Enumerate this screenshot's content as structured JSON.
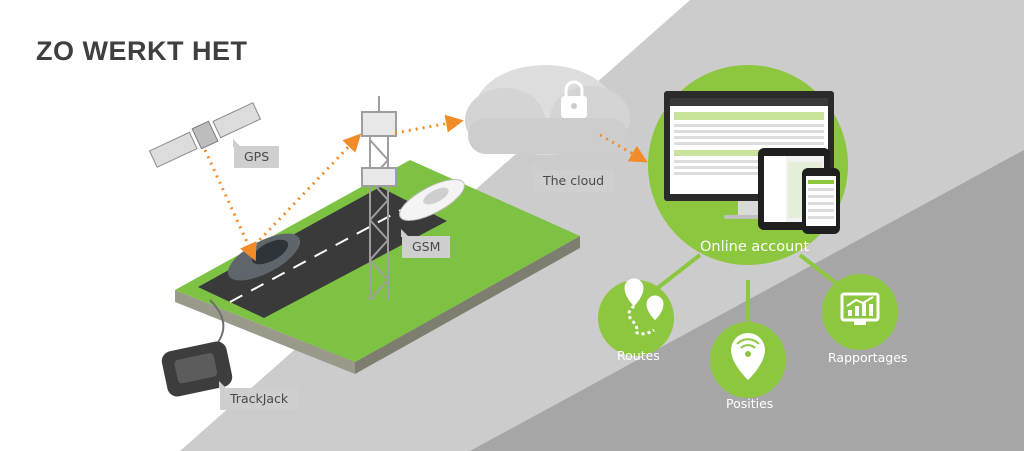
{
  "heading": "ZO WERKT HET",
  "labels": {
    "gps": "GPS",
    "gsm": "GSM",
    "cloud": "The cloud",
    "device": "TrackJack",
    "account": "Online account",
    "routes": "Routes",
    "positions": "Posities",
    "reports": "Rapportages"
  },
  "colors": {
    "brand_green": "#8dc63f",
    "flow_arrow": "#f28c28",
    "grey_band": "#cccccc",
    "dark_band": "#a6a6a6",
    "label_bg": "#cfcfcf",
    "heading": "#3f3f3f"
  },
  "icons": {
    "satellite": "satellite-icon",
    "tower": "cell-tower-icon",
    "cloud": "cloud-lock-icon",
    "tracker": "tracker-device-icon",
    "routes": "route-pins-icon",
    "positions": "location-signal-icon",
    "reports": "chart-monitor-icon"
  }
}
